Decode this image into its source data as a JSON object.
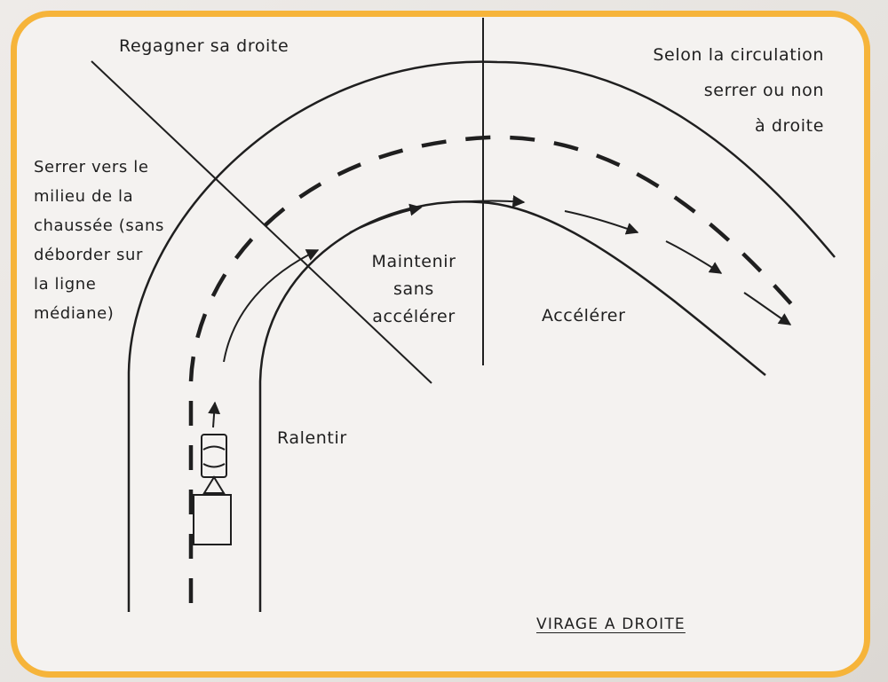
{
  "labels": {
    "regagner": "Regagner sa droite",
    "selon": [
      "Selon la circulation",
      "serrer ou non",
      "à droite"
    ],
    "serrer": [
      "Serrer vers le",
      "milieu de la",
      "chaussée (sans",
      "déborder sur",
      "la ligne",
      "médiane)"
    ],
    "maintenir": [
      "Maintenir",
      "sans",
      "accélérer"
    ],
    "accelerer": "Accélérer",
    "ralentir": "Ralentir"
  },
  "caption": "VIRAGE A DROITE",
  "colors": {
    "frame": "#f6b43a",
    "ink": "#1f1f1f",
    "background": "#f4f2f0"
  }
}
